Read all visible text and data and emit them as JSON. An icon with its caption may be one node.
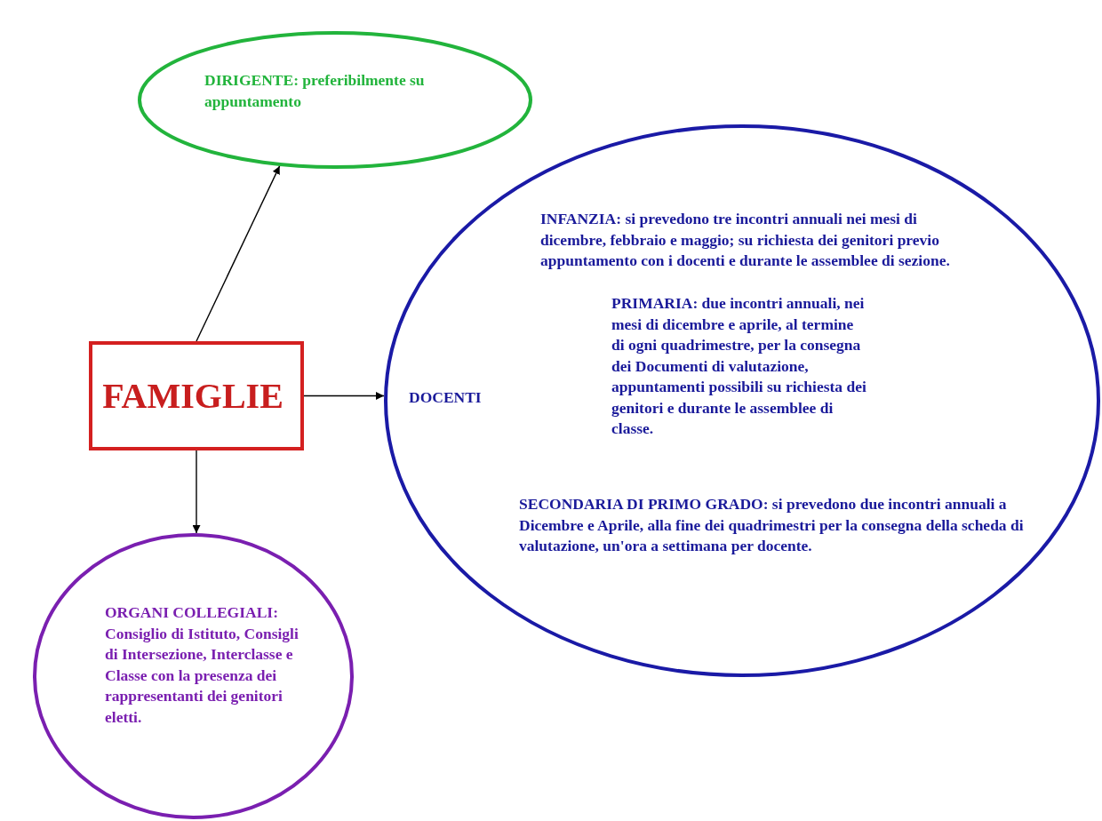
{
  "diagram": {
    "nodes": [
      {
        "text": [
          "FAMIGLIE"
        ]
      },
      {
        "text": [
          "DIRIGENTE: preferibilmente su appuntamento"
        ]
      },
      {
        "text": [
          "DOCENTI",
          "INFANZIA: si prevedono tre incontri annuali nei mesi di dicembre, febbraio e maggio; su richiesta dei genitori previo appuntamento con i docenti e durante le assemblee di sezione.",
          "PRIMARIA: due incontri annuali, nei mesi di dicembre e aprile, al termine di ogni quadrimestre, per la consegna dei Documenti di valutazione, appuntamenti possibili su richiesta dei genitori e durante le assemblee di classe.",
          "SECONDARIA DI PRIMO GRADO: si prevedono due incontri annuali a Dicembre e Aprile, alla fine dei quadrimestri per la consegna della scheda di valutazione, un'ora a settimana per docente."
        ]
      },
      {
        "text": [
          "ORGANI COLLEGIALI: Consiglio di Istituto, Consigli di Intersezione, Interclasse e Classe con la presenza dei rappresentanti dei genitori eletti."
        ]
      }
    ],
    "edges": [
      {
        "from": 0,
        "to": 1,
        "arrow": "to"
      },
      {
        "from": 0,
        "to": 2,
        "arrow": "to"
      },
      {
        "from": 0,
        "to": 3,
        "arrow": "to"
      }
    ]
  }
}
